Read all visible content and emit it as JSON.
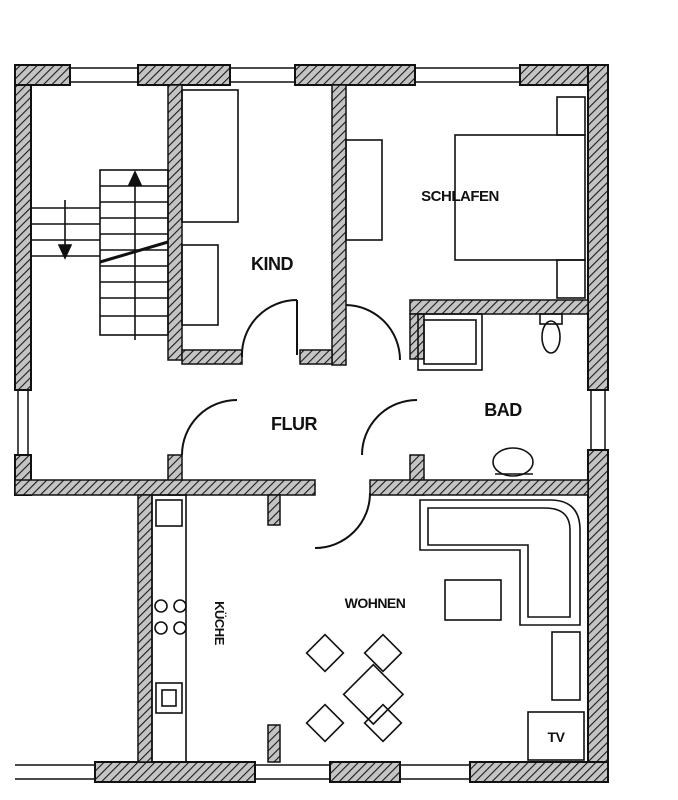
{
  "colors": {
    "background": "#ffffff",
    "wall_fill": "#bdbdbd",
    "wall_hatch": "#1a1a1a",
    "line": "#111111"
  },
  "rooms": {
    "kind": "KIND",
    "schlafen": "SCHLAFEN",
    "flur": "FLUR",
    "bad": "BAD",
    "wohnen": "WOHNEN",
    "kueche": "KÜCHE"
  },
  "furniture": {
    "tv": "TV"
  }
}
